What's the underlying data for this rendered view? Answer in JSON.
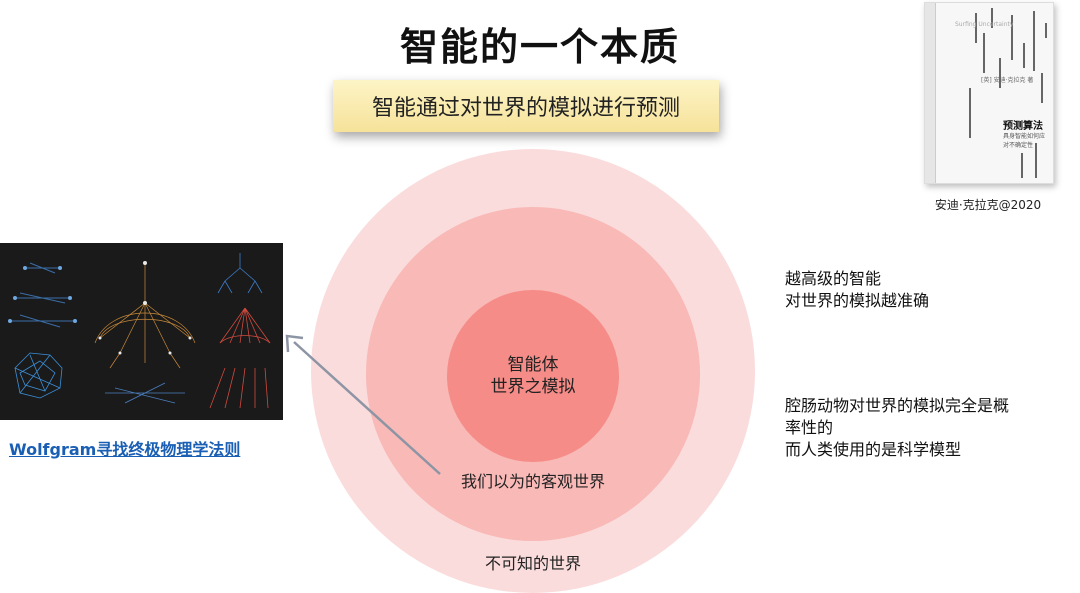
{
  "slide": {
    "title": "智能的一个本质",
    "banner": "智能通过对世界的模拟进行预测"
  },
  "book": {
    "subtitle_en": "Surfing Uncertainty",
    "authors": "[英] 安迪·克拉克 著",
    "title": "预测算法",
    "tagline": "具身智能如何应对不确定性",
    "caption": "安迪·克拉克@2020"
  },
  "thumbnail": {
    "link_text": "Wolfgram寻找终极物理学法则"
  },
  "circles": {
    "inner_line1": "智能体",
    "inner_line2": "世界之模拟",
    "middle": "我们以为的客观世界",
    "outer": "不可知的世界"
  },
  "notes": {
    "block1": [
      "越高级的智能",
      "对世界的模拟越准确"
    ],
    "block2": [
      "腔肠动物对世界的模拟完全是概",
      "率性的",
      "而人类使用的是科学模型"
    ]
  },
  "colors": {
    "outer_circle": "#fbdcdc",
    "middle_circle": "#f8b9b7",
    "inner_circle": "#f58c88",
    "banner": "#f6e29a",
    "link": "#1a5fb4"
  }
}
